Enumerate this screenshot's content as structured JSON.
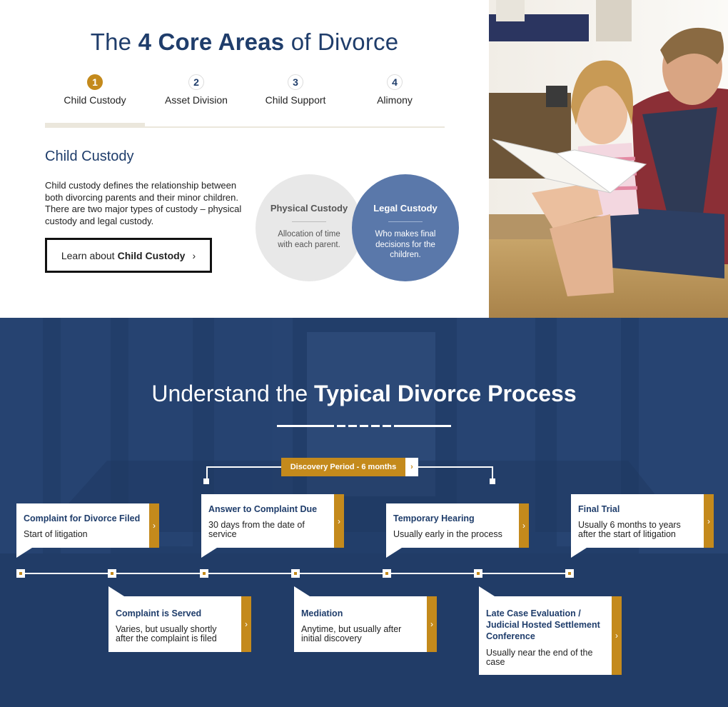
{
  "core": {
    "title_pre": "The ",
    "title_bold": "4 Core Areas",
    "title_post": " of Divorce",
    "tabs": [
      {
        "num": "1",
        "label": "Child Custody"
      },
      {
        "num": "2",
        "label": "Asset Division"
      },
      {
        "num": "3",
        "label": "Child Support"
      },
      {
        "num": "4",
        "label": "Alimony"
      }
    ],
    "active_tab": 1,
    "section_heading": "Child Custody",
    "section_text": "Child custody defines the relationship between both divorcing parents and their minor children. There are two major types of custody – physical custody and legal custody.",
    "learn_pre": "Learn about",
    "learn_bold": "Child Custody",
    "learn_chevron": "›",
    "circles": [
      {
        "title": "Physical Custody",
        "desc": "Allocation of time with each parent."
      },
      {
        "title": "Legal Custody",
        "desc": "Who makes final decisions for the children."
      }
    ]
  },
  "process": {
    "title_pre": "Understand the ",
    "title_bold": "Typical Divorce Process",
    "discovery_label": "Discovery Period - 6 months",
    "chevron": "›",
    "steps": [
      {
        "title": "Complaint for Divorce Filed",
        "desc": "Start of litigation"
      },
      {
        "title": "Complaint is Served",
        "desc": "Varies, but usually shortly after the complaint is filed"
      },
      {
        "title": "Answer to Complaint Due",
        "desc": "30 days from the date of service"
      },
      {
        "title": "Mediation",
        "desc": "Anytime, but usually after initial discovery"
      },
      {
        "title": "Temporary Hearing",
        "desc": "Usually early in the process"
      },
      {
        "title": "Late Case Evaluation / Judicial Hosted Settlement Conference",
        "desc": "Usually near the end of the case"
      },
      {
        "title": "Final Trial",
        "desc": "Usually 6 months to years after the start of litigation"
      }
    ]
  },
  "colors": {
    "navy": "#1f3d6b",
    "gold": "#c48a1c",
    "section_bg": "#223e6a",
    "circle_blue": "#5a78aa",
    "circle_grey": "#e8e8e8"
  }
}
